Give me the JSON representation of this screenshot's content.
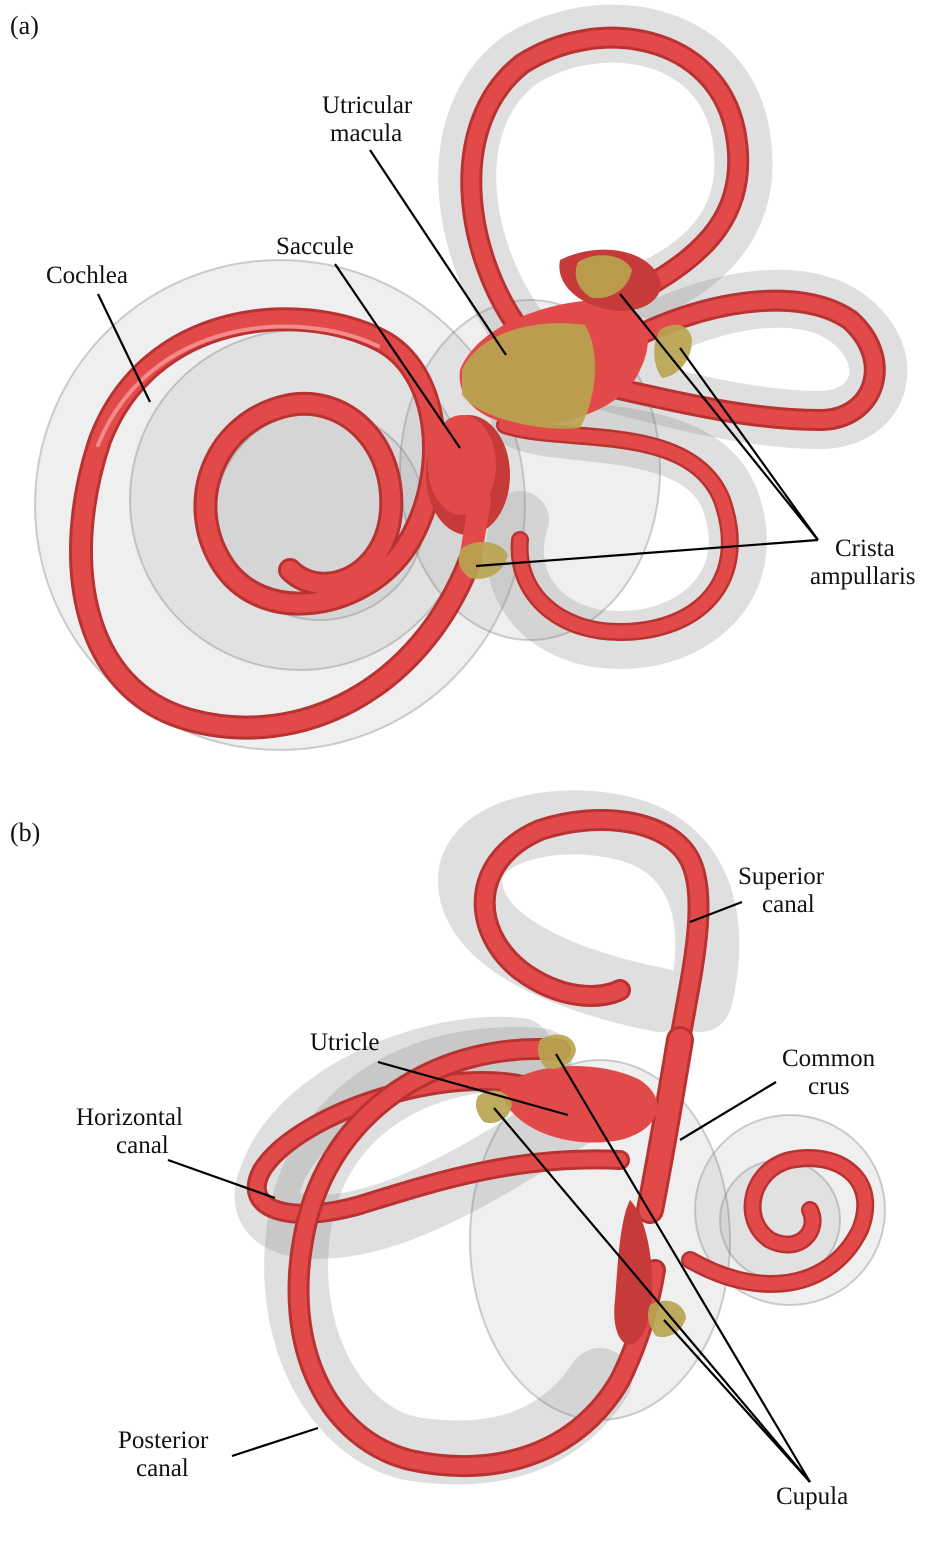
{
  "figure": {
    "panels": [
      {
        "id": "a",
        "label": "(a)",
        "annotations": {
          "utricular_macula": [
            "Utricular",
            "macula"
          ],
          "saccule": "Saccule",
          "cochlea": "Cochlea",
          "crista_ampullaris": [
            "Crista",
            "ampullaris"
          ]
        }
      },
      {
        "id": "b",
        "label": "(b)",
        "annotations": {
          "superior_canal": [
            "Superior",
            "canal"
          ],
          "utricle": "Utricle",
          "common_crus": [
            "Common",
            "crus"
          ],
          "horizontal_canal": [
            "Horizontal",
            "canal"
          ],
          "posterior_canal": [
            "Posterior",
            "canal"
          ],
          "cupula": "Cupula"
        }
      }
    ],
    "colors": {
      "membranous_duct": "#e24a4a",
      "bony_labyrinth": "#9a9a9a",
      "sensory_epithelium": "#b8a450",
      "leader_lines": "#000000"
    }
  }
}
